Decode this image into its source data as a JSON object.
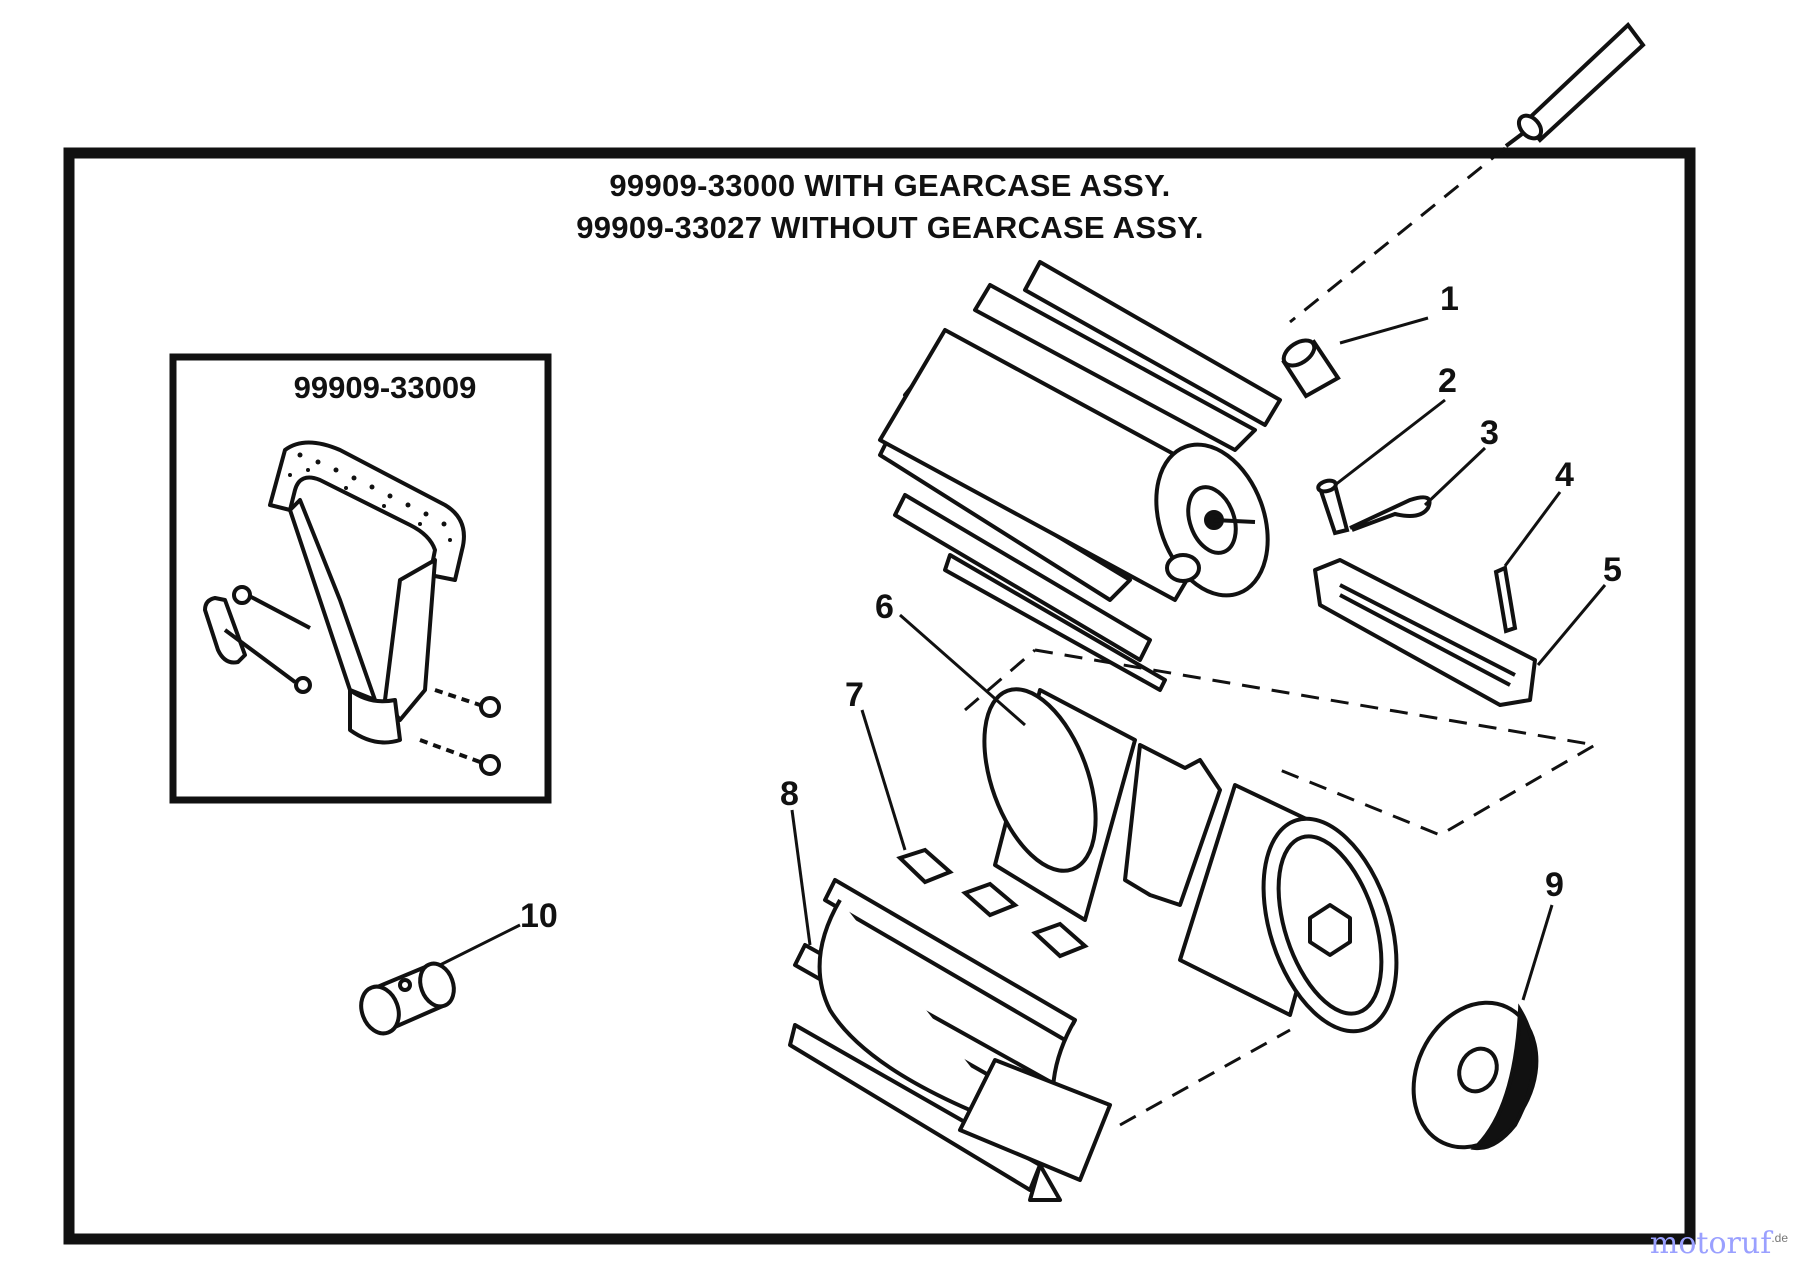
{
  "diagram": {
    "title_lines": [
      "99909-33000 WITH GEARCASE ASSY.",
      "99909-33027 WITHOUT GEARCASE ASSY."
    ],
    "inset_title": "99909-33009",
    "callouts": [
      "1",
      "2",
      "3",
      "4",
      "5",
      "6",
      "7",
      "8",
      "9",
      "10"
    ],
    "watermark_main": "motoruf",
    "watermark_suffix": ".de"
  }
}
